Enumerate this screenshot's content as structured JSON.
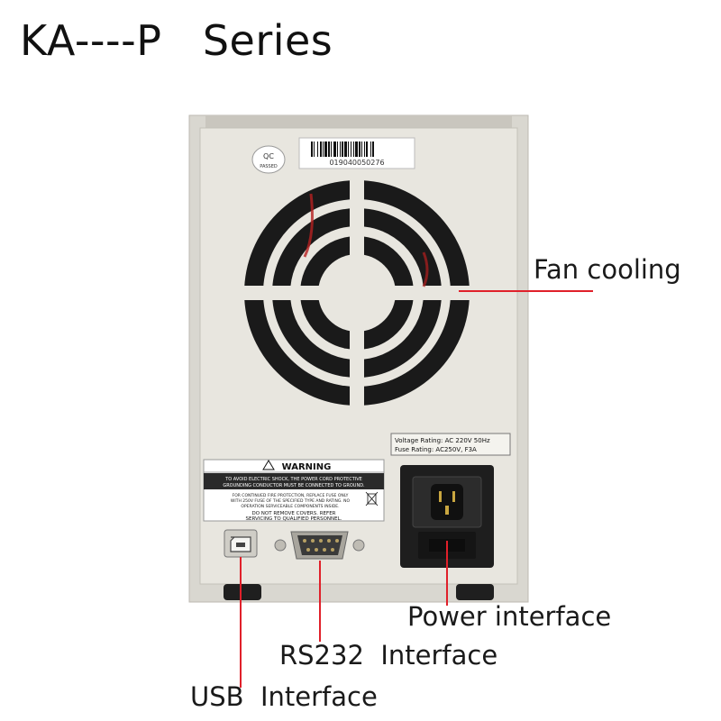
{
  "title": "KA----P   Series",
  "callouts": {
    "fan": "Fan cooling",
    "power": "Power interface",
    "rs232": "RS232  Interface",
    "usb": "USB  Interface"
  },
  "device": {
    "qc_label": "QC",
    "qc_sub": "PASSED",
    "serial": "019040050276",
    "rating_line1": "Voltage Rating: AC 220V 50Hz",
    "rating_line2": "Fuse Rating: AC250V, F3A",
    "warning_title": "WARNING",
    "warning_line1": "TO AVOID ELECTRIC SHOCK, THE POWER CORD PROTECTIVE",
    "warning_line2": "GROUNDING CONDUCTOR MUST BE CONNECTED TO GROUND.",
    "warning_line3": "FOR CONTINUED FIRE PROTECTION, REPLACE FUSE ONLY",
    "warning_line4": "WITH 250V FUSE OF THE SPECIFIED TYPE AND RATING. NO",
    "warning_line5": "OPERATION SERVICEABLE COMPONENTS INSIDE.",
    "warning_line6": "DO NOT REMOVE COVERS. REFER",
    "warning_line7": "SERVICING TO QUALIFIED PERSONNEL."
  },
  "colors": {
    "callout_line": "#e0202a",
    "panel": "#e6e4dd",
    "frame": "#d8d6cf",
    "dark": "#1c1c1c"
  }
}
